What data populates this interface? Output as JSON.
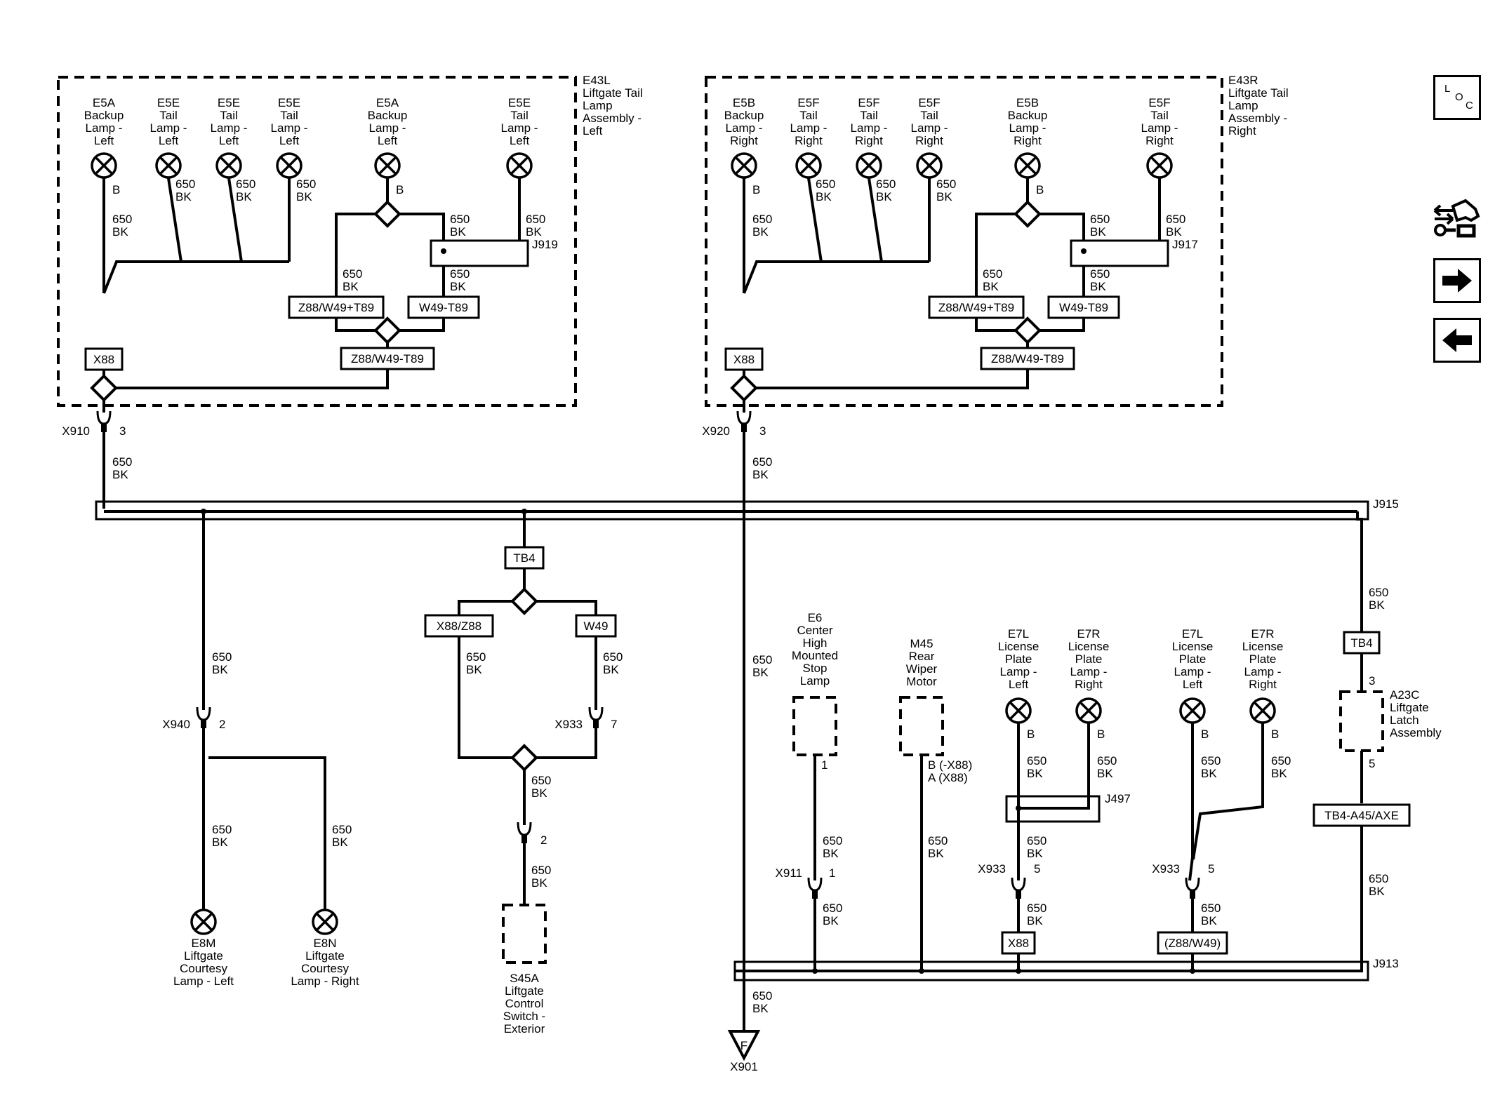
{
  "nav": {
    "loc_l": "L",
    "loc_o": "O",
    "loc_c": "C"
  },
  "modules": {
    "e43l": [
      "E43L",
      "Liftgate Tail",
      "Lamp",
      "Assembly -",
      "Left"
    ],
    "e43r": [
      "E43R",
      "Liftgate Tail",
      "Lamp",
      "Assembly -",
      "Right"
    ]
  },
  "lampsL": [
    [
      "E5A",
      "Backup",
      "Lamp -",
      "Left"
    ],
    [
      "E5E",
      "Tail",
      "Lamp -",
      "Left"
    ],
    [
      "E5E",
      "Tail",
      "Lamp -",
      "Left"
    ],
    [
      "E5E",
      "Tail",
      "Lamp -",
      "Left"
    ],
    [
      "E5A",
      "Backup",
      "Lamp -",
      "Left"
    ],
    [
      "E5E",
      "Tail",
      "Lamp -",
      "Left"
    ]
  ],
  "lampsR": [
    [
      "E5B",
      "Backup",
      "Lamp -",
      "Right"
    ],
    [
      "E5F",
      "Tail",
      "Lamp -",
      "Right"
    ],
    [
      "E5F",
      "Tail",
      "Lamp -",
      "Right"
    ],
    [
      "E5F",
      "Tail",
      "Lamp -",
      "Right"
    ],
    [
      "E5B",
      "Backup",
      "Lamp -",
      "Right"
    ],
    [
      "E5F",
      "Tail",
      "Lamp -",
      "Right"
    ]
  ],
  "wire": {
    "circuit": "650",
    "color": "BK",
    "pin_b": "B",
    "pin_a": "A"
  },
  "opts": {
    "x88": "X88",
    "z88w49t89p": "Z88/W49+T89",
    "w49t89": "W49-T89",
    "z88w49t89m": "Z88/W49-T89",
    "tb4": "TB4",
    "x88z88": "X88/Z88",
    "w49": "W49",
    "z88w49": "(Z88/W49)",
    "tb4a45": "TB4-A45/AXE"
  },
  "splices": {
    "j919": "J919",
    "j917": "J917",
    "j915": "J915",
    "j913": "J913",
    "j497": "J497"
  },
  "connectors": {
    "x910": "X910",
    "x920": "X920",
    "x940": "X940",
    "x933": "X933",
    "x911": "X911",
    "x901": "X901",
    "p3": "3",
    "p2": "2",
    "p7": "7",
    "p1": "1",
    "p5": "5",
    "ground": "F"
  },
  "comps": {
    "e8m": [
      "E8M",
      "Liftgate",
      "Courtesy",
      "Lamp - Left"
    ],
    "e8n": [
      "E8N",
      "Liftgate",
      "Courtesy",
      "Lamp - Right"
    ],
    "s45a": [
      "S45A",
      "Liftgate",
      "Control",
      "Switch -",
      "Exterior"
    ],
    "e6": [
      "E6",
      "Center",
      "High",
      "Mounted",
      "Stop",
      "Lamp"
    ],
    "m45": [
      "M45",
      "Rear",
      "Wiper",
      "Motor"
    ],
    "e7l": [
      "E7L",
      "License",
      "Plate",
      "Lamp -",
      "Left"
    ],
    "e7r": [
      "E7R",
      "License",
      "Plate",
      "Lamp -",
      "Right"
    ],
    "a23c": [
      "A23C",
      "Liftgate",
      "Latch",
      "Assembly"
    ],
    "m45pins": [
      "B (-X88)",
      "A (X88)"
    ]
  }
}
